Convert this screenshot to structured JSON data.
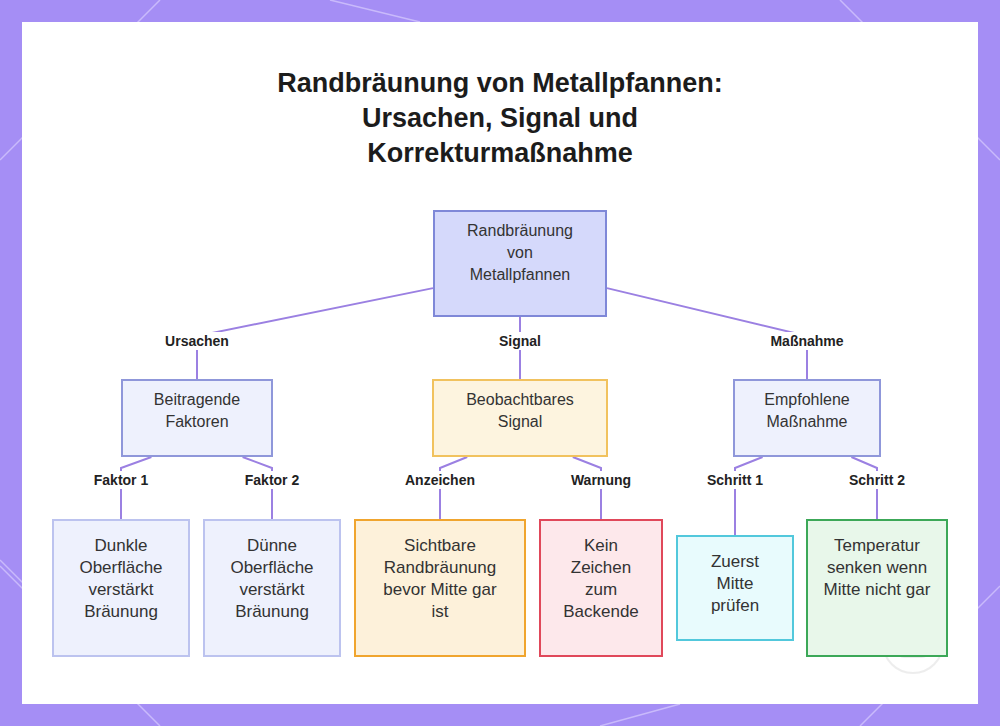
{
  "diagram": {
    "title": "Randbräunung von Metallpfannen: Ursachen, Signal und Korrekturmaßnahme",
    "nodes": [
      {
        "text": [
          "Randbräunung von Metallpfannen"
        ]
      },
      {
        "text": [
          "Beitragende Faktoren"
        ]
      },
      {
        "text": [
          "Beobachtbares Signal"
        ]
      },
      {
        "text": [
          "Empfohlene Maßnahme"
        ]
      },
      {
        "text": [
          "Dunkle Oberfläche verstärkt Bräunung"
        ]
      },
      {
        "text": [
          "Dünne Oberfläche verstärkt Bräunung"
        ]
      },
      {
        "text": [
          "Sichtbare Randbräunung bevor Mitte gar ist"
        ]
      },
      {
        "text": [
          "Kein Zeichen zum Backende"
        ]
      },
      {
        "text": [
          "Zuerst Mitte prüfen"
        ]
      },
      {
        "text": [
          "Temperatur senken wenn Mitte nicht gar"
        ]
      }
    ],
    "edges": [
      {
        "from": 0,
        "to": 1,
        "label": "Ursachen",
        "arrow": "none"
      },
      {
        "from": 0,
        "to": 2,
        "label": "Signal",
        "arrow": "none"
      },
      {
        "from": 0,
        "to": 3,
        "label": "Maßnahme",
        "arrow": "none"
      },
      {
        "from": 1,
        "to": 4,
        "label": "Faktor 1",
        "arrow": "none"
      },
      {
        "from": 1,
        "to": 5,
        "label": "Faktor 2",
        "arrow": "none"
      },
      {
        "from": 2,
        "to": 6,
        "label": "Anzeichen",
        "arrow": "none"
      },
      {
        "from": 2,
        "to": 7,
        "label": "Warnung",
        "arrow": "none"
      },
      {
        "from": 3,
        "to": 8,
        "label": "Schritt 1",
        "arrow": "none"
      },
      {
        "from": 3,
        "to": 9,
        "label": "Schritt 2",
        "arrow": "none"
      }
    ]
  }
}
